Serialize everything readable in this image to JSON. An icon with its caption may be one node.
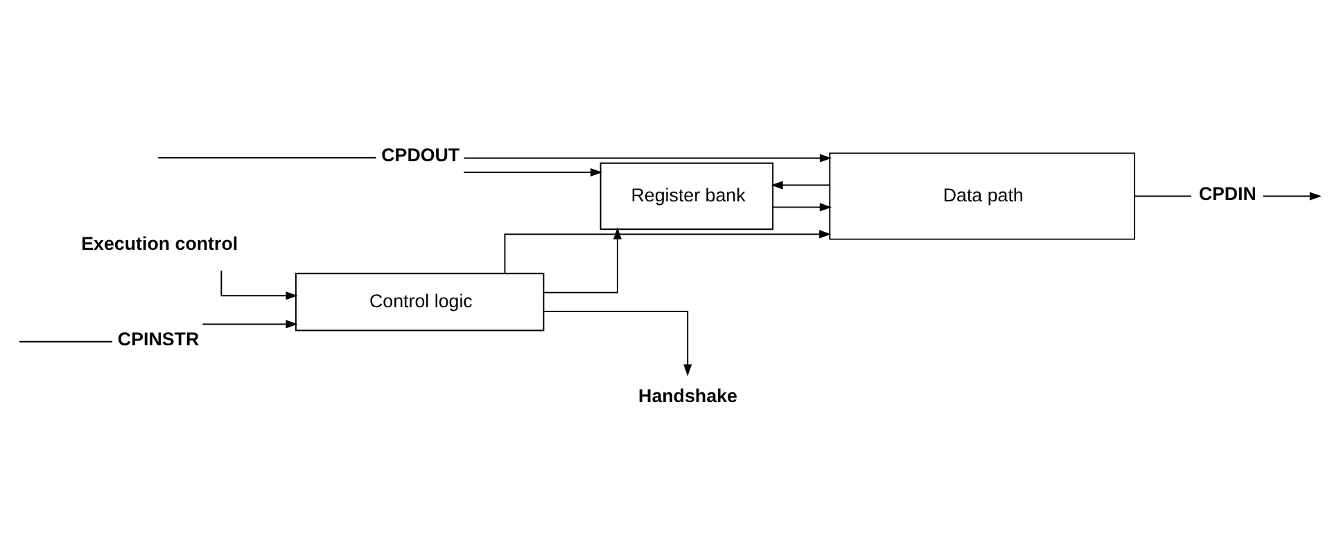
{
  "diagram": {
    "nodes": [
      {
        "text": [
          "Control logic"
        ]
      },
      {
        "text": [
          "Register bank"
        ]
      },
      {
        "text": [
          "Data path"
        ]
      },
      {
        "text": [
          "Execution control"
        ]
      },
      {
        "text": [
          "CPINSTR"
        ]
      },
      {
        "text": [
          "Handshake"
        ]
      },
      {
        "text": [
          "CPDOUT"
        ]
      },
      {
        "text": [
          "CPDIN"
        ]
      }
    ],
    "edges": [
      {
        "from": 3,
        "to": 0,
        "arrow": "to"
      },
      {
        "from": null,
        "to": 4,
        "arrow": "none"
      },
      {
        "from": 4,
        "to": 0,
        "arrow": "to"
      },
      {
        "from": 0,
        "to": 5,
        "arrow": "to"
      },
      {
        "from": 0,
        "to": 1,
        "arrow": "to"
      },
      {
        "from": 0,
        "to": 2,
        "arrow": "to"
      },
      {
        "from": 1,
        "to": 2,
        "arrow": "to"
      },
      {
        "from": 2,
        "to": 1,
        "arrow": "to"
      },
      {
        "from": null,
        "to": 6,
        "arrow": "none"
      },
      {
        "from": 6,
        "to": 1,
        "arrow": "to"
      },
      {
        "from": 6,
        "to": 2,
        "arrow": "to"
      },
      {
        "from": 2,
        "to": 7,
        "arrow": "none"
      },
      {
        "from": 7,
        "to": null,
        "arrow": "to"
      }
    ]
  }
}
